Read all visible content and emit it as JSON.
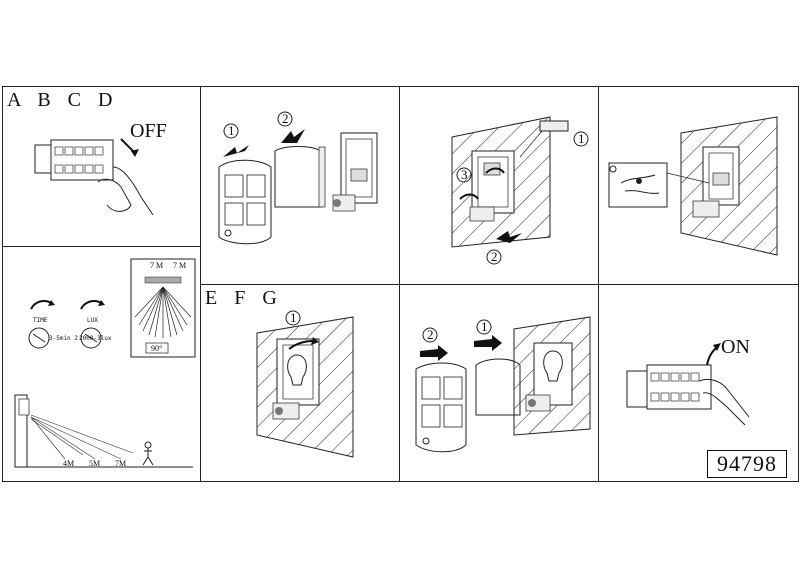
{
  "labels": {
    "group_abcd": "A B C D",
    "group_efg": "E F G"
  },
  "switch_text": {
    "off": "OFF",
    "on": "ON"
  },
  "step_numbers": {
    "one": "1",
    "two": "2",
    "three": "3"
  },
  "sensor": {
    "time_label": "TIME",
    "lux_label": "LUX",
    "time_range": "3-5min 2",
    "lux_range": "2000-3lux",
    "top_left": "7 M",
    "top_right": "7 M",
    "angle": "90°",
    "range_near": "4M",
    "range_mid": "5M",
    "range_far": "7M"
  },
  "product_code": "94798"
}
